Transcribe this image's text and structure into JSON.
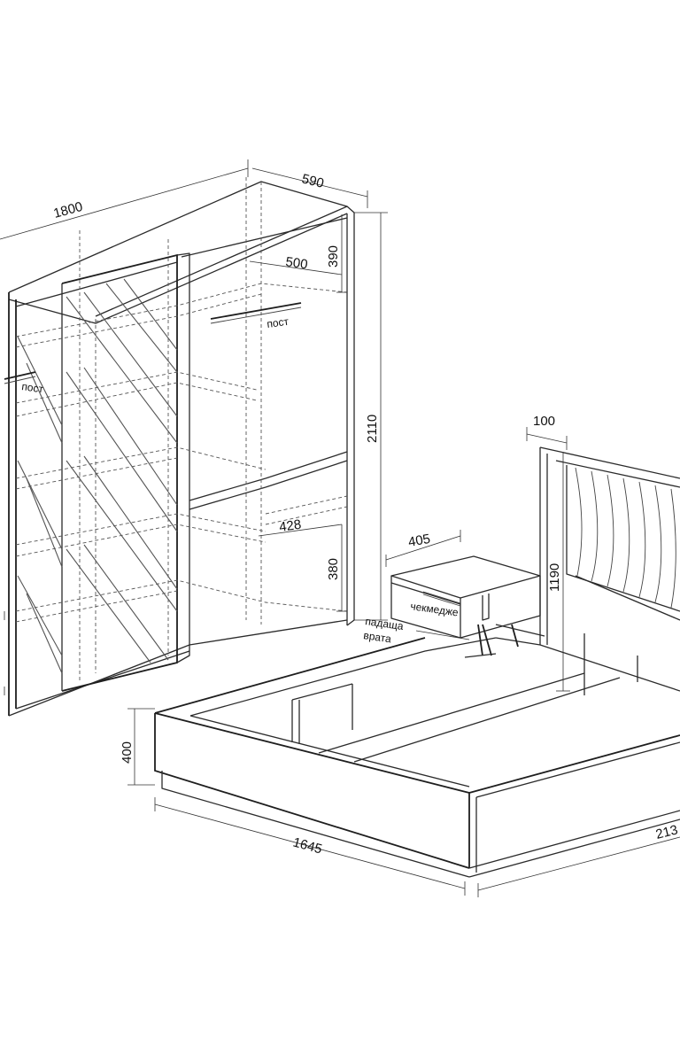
{
  "wardrobe": {
    "width_label": "1800",
    "depth_label": "590",
    "height_label": "2110",
    "top_shelf_label": "390",
    "inner_depth_label": "500",
    "drawer_width_label": "428",
    "drawer_height_label": "380",
    "rail_right_label": "пост",
    "rail_left_label": "пост"
  },
  "nightstand": {
    "width_label": "405",
    "drawer_label": "чекмедже"
  },
  "bed": {
    "headboard_depth_label": "100",
    "headboard_height_label": "1190",
    "frame_height_label": "400",
    "width_label": "1645",
    "length_label": "213",
    "lift_label_line1": "падаща",
    "lift_label_line2": "врата"
  }
}
